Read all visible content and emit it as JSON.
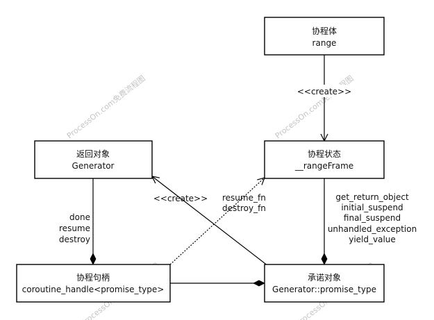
{
  "nodes": {
    "coroutine_body": {
      "line1": "协程体",
      "line2": "range"
    },
    "coroutine_state": {
      "line1": "协程状态",
      "line2": "__rangeFrame"
    },
    "return_object": {
      "line1": "返回对象",
      "line2": "Generator"
    },
    "coroutine_handle": {
      "line1": "协程句柄",
      "line2": "coroutine_handle<promise_type>"
    },
    "promise_object": {
      "line1": "承诺对象",
      "line2": "Generator::promise_type"
    }
  },
  "edges": {
    "body_to_state": {
      "label": "<<create>>"
    },
    "promise_to_return": {
      "label": "<<create>>"
    },
    "handle_to_state": {
      "labels": [
        "resume_fn",
        "destroy_fn"
      ]
    },
    "return_handle": {
      "labels": [
        "done",
        "resume",
        "destroy"
      ]
    },
    "state_promise": {
      "labels": [
        "get_return_object",
        "initial_suspend",
        "final_suspend",
        "unhandled_exception",
        "yield_value"
      ]
    }
  },
  "watermark": {
    "text": "ProcessOn.com免费流程图"
  }
}
